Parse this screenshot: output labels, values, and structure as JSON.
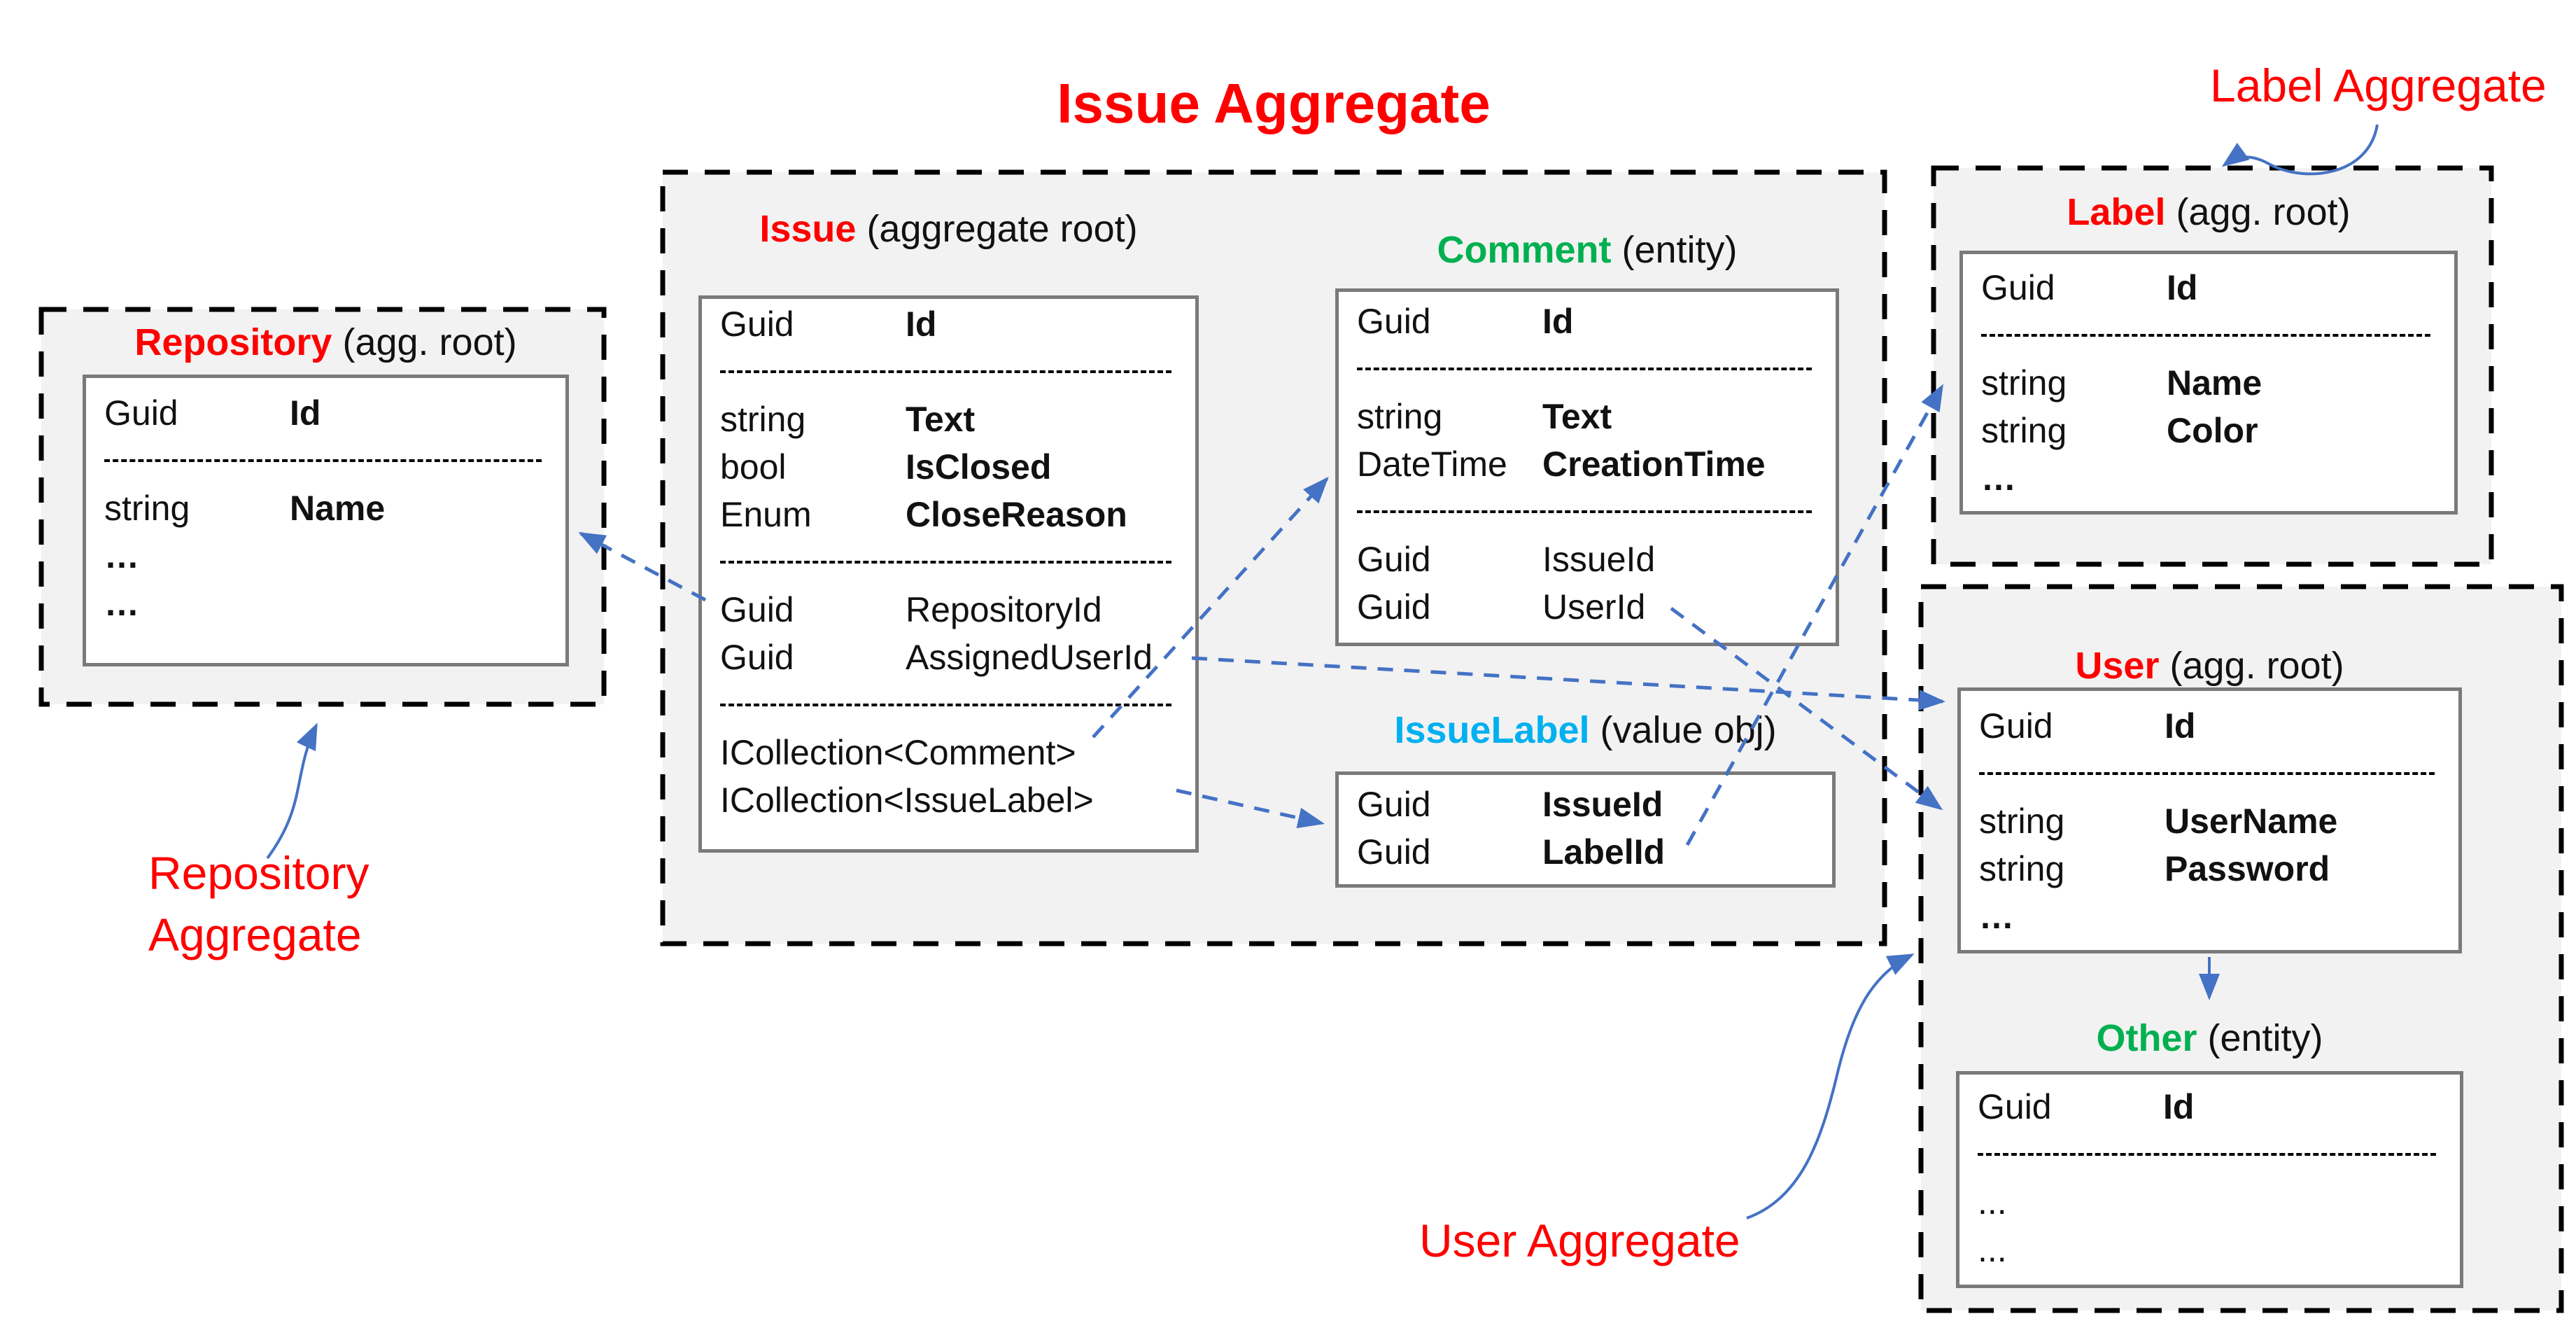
{
  "diagram_title": "Issue Aggregate",
  "colors": {
    "heading_red": "#FF0000",
    "entity_green": "#00B050",
    "value_obj_blue": "#00B0F0",
    "arrow_blue": "#4472C4",
    "container_fill": "#F2F2F2",
    "container_border": "#000000",
    "box_border": "#7A7A7A"
  },
  "annotations": {
    "repository": {
      "line1": "Repository",
      "line2": "Aggregate"
    },
    "label": {
      "text": "Label Aggregate"
    },
    "user": {
      "text": "User Aggregate"
    }
  },
  "entities": {
    "repository": {
      "name": "Repository",
      "kind": "(agg. root)",
      "color": "#FF0000",
      "rows": [
        {
          "t": "Guid",
          "n": "Id",
          "b": 1
        },
        {
          "sep": 1
        },
        {
          "t": "string",
          "n": "Name",
          "b": 1
        },
        {
          "t": "…",
          "tb": 1
        },
        {
          "t": "…",
          "tb": 1
        }
      ]
    },
    "issue": {
      "name": "Issue",
      "kind": "(aggregate root)",
      "color": "#FF0000",
      "rows": [
        {
          "t": "Guid",
          "n": "Id",
          "b": 1
        },
        {
          "sep": 1
        },
        {
          "t": "string",
          "n": "Text",
          "b": 1
        },
        {
          "t": "bool",
          "n": "IsClosed",
          "b": 1
        },
        {
          "t": "Enum",
          "n": "CloseReason",
          "b": 1
        },
        {
          "sep": 1
        },
        {
          "t": "Guid",
          "n": "RepositoryId"
        },
        {
          "t": "Guid",
          "n": "AssignedUserId"
        },
        {
          "sep": 1
        },
        {
          "t": "ICollection<Comment>"
        },
        {
          "t": "ICollection<IssueLabel>"
        }
      ]
    },
    "comment": {
      "name": "Comment",
      "kind": "(entity)",
      "color": "#00B050",
      "rows": [
        {
          "t": "Guid",
          "n": "Id",
          "b": 1
        },
        {
          "sep": 1
        },
        {
          "t": "string",
          "n": "Text",
          "b": 1
        },
        {
          "t": "DateTime",
          "n": "CreationTime",
          "b": 1
        },
        {
          "sep": 1
        },
        {
          "t": "Guid",
          "n": "IssueId"
        },
        {
          "t": "Guid",
          "n": "UserId"
        }
      ]
    },
    "issuelabel": {
      "name": "IssueLabel",
      "kind": "(value obj)",
      "color": "#00B0F0",
      "rows": [
        {
          "t": "Guid",
          "n": "IssueId",
          "b": 1
        },
        {
          "t": "Guid",
          "n": "LabelId",
          "b": 1
        }
      ]
    },
    "label": {
      "name": "Label",
      "kind": "(agg. root)",
      "color": "#FF0000",
      "rows": [
        {
          "t": "Guid",
          "n": "Id",
          "b": 1
        },
        {
          "sep": 1
        },
        {
          "t": "string",
          "n": "Name",
          "b": 1
        },
        {
          "t": "string",
          "n": "Color",
          "b": 1
        },
        {
          "t": "…",
          "tb": 1
        }
      ]
    },
    "user": {
      "name": "User",
      "kind": "(agg. root)",
      "color": "#FF0000",
      "rows": [
        {
          "t": "Guid",
          "n": "Id",
          "b": 1
        },
        {
          "sep": 1
        },
        {
          "t": "string",
          "n": "UserName",
          "b": 1
        },
        {
          "t": "string",
          "n": "Password",
          "b": 1
        },
        {
          "t": "…",
          "tb": 1
        }
      ]
    },
    "other": {
      "name": "Other",
      "kind": "(entity)",
      "color": "#00B050",
      "rows": [
        {
          "t": "Guid",
          "n": "Id",
          "b": 1
        },
        {
          "sep": 1
        },
        {
          "t": "..."
        },
        {
          "t": "..."
        }
      ]
    }
  },
  "connections": [
    {
      "from": "Issue.RepositoryId",
      "to": "Repository",
      "style": "dashed"
    },
    {
      "from": "Issue.ICollection<Comment>",
      "to": "Comment",
      "style": "dashed"
    },
    {
      "from": "Issue.ICollection<IssueLabel>",
      "to": "IssueLabel",
      "style": "dashed"
    },
    {
      "from": "Issue.AssignedUserId",
      "to": "User.Id",
      "style": "dashed"
    },
    {
      "from": "Comment.UserId",
      "to": "User.UserName",
      "style": "dashed"
    },
    {
      "from": "IssueLabel.LabelId",
      "to": "Label.Name",
      "style": "dashed"
    },
    {
      "from": "User",
      "to": "Other",
      "style": "solid"
    },
    {
      "from": "Repository Aggregate annotation",
      "to": "Repository container",
      "style": "solid"
    },
    {
      "from": "Label Aggregate annotation",
      "to": "Label container",
      "style": "solid"
    },
    {
      "from": "User Aggregate annotation",
      "to": "User container",
      "style": "solid"
    }
  ]
}
